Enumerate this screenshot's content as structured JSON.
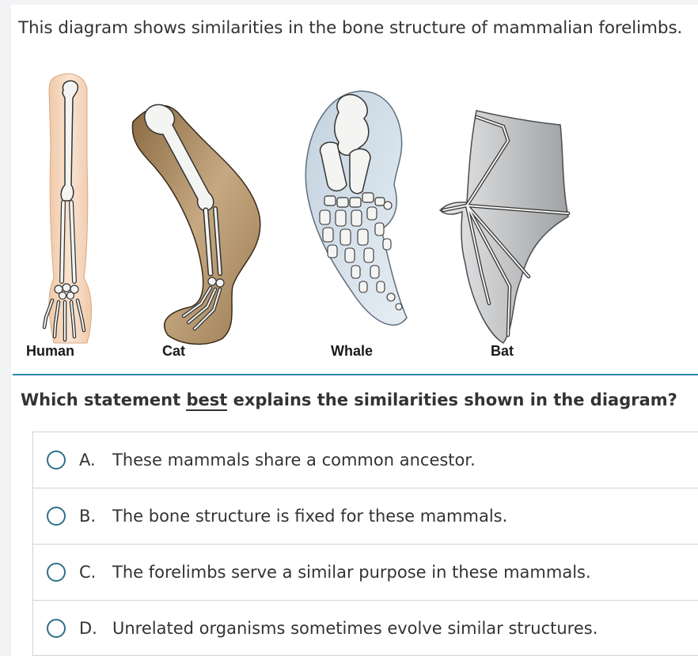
{
  "intro_text": "This diagram shows similarities in the bone structure of mammalian forelimbs.",
  "diagram": {
    "labels": [
      "Human",
      "Cat",
      "Whale",
      "Bat"
    ]
  },
  "question": {
    "before": "Which statement ",
    "emphasis": "best",
    "after": " explains the similarities shown in the diagram?"
  },
  "choices": [
    {
      "letter": "A.",
      "text": "These mammals share a common ancestor."
    },
    {
      "letter": "B.",
      "text": "The bone structure is fixed for these mammals."
    },
    {
      "letter": "C.",
      "text": "The forelimbs serve a similar purpose in these mammals."
    },
    {
      "letter": "D.",
      "text": "Unrelated organisms sometimes evolve similar structures."
    }
  ],
  "colors": {
    "accent_rule": "#2e88a6",
    "radio_border": "#2f6f8c",
    "human_skin": "#f5d7bf",
    "cat_body": "#a88a62",
    "whale_body": "#d4e0ea",
    "bat_wing": "#cfd1d3"
  }
}
